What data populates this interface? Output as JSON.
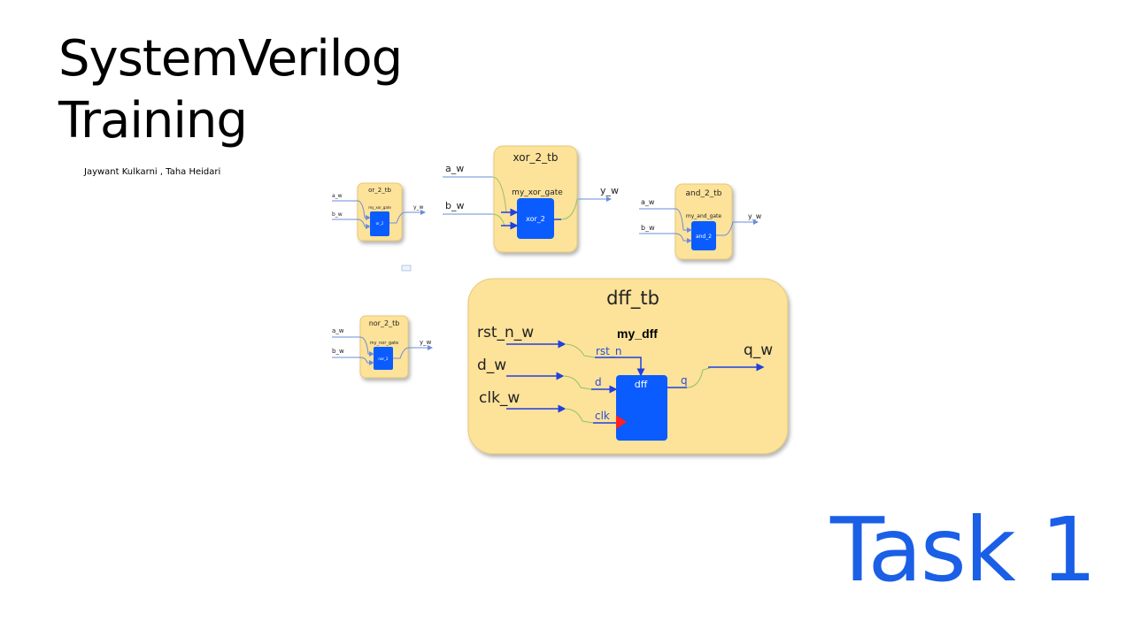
{
  "slide": {
    "title_line1": "SystemVerilog",
    "title_line2": "Training",
    "authors": "Jaywant Kulkarni , Taha Heidari",
    "task": "Task 1"
  },
  "colors": {
    "testbench_fill": "#fde29a",
    "module_fill": "#0a5cff",
    "task_text": "#1a5fe6",
    "wire": "#1f3fe0",
    "clk_marker": "#ff2020"
  },
  "diagrams": {
    "or": {
      "tb": "or_2_tb",
      "inst": "my_xor_gate",
      "mod": "or_2",
      "in1": "a_w",
      "in2": "b_w",
      "out": "y_w"
    },
    "xor": {
      "tb": "xor_2_tb",
      "inst": "my_xor_gate",
      "mod": "xor_2",
      "in1": "a_w",
      "in2": "b_w",
      "out": "y_w"
    },
    "and": {
      "tb": "and_2_tb",
      "inst": "my_and_gate",
      "mod": "and_2",
      "in1": "a_w",
      "in2": "b_w",
      "out": "y_w"
    },
    "nor": {
      "tb": "nor_2_tb",
      "inst": "my_nor_gate",
      "mod": "nor_2",
      "in1": "a_w",
      "in2": "b_w",
      "out": "y_w"
    },
    "dff": {
      "tb": "dff_tb",
      "inst": "my_dff",
      "mod": "dff",
      "rst_wire": "rst_n_w",
      "d_wire": "d_w",
      "clk_wire": "clk_w",
      "q_wire": "q_w",
      "rst_port": "rst_n",
      "d_port": "d",
      "clk_port": "clk",
      "q_port": "q"
    }
  }
}
